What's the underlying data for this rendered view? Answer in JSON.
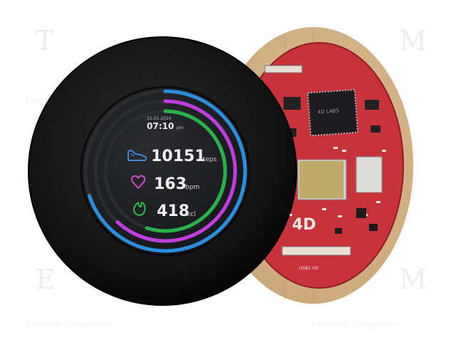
{
  "screen": {
    "date": "31.01.2024",
    "time": "07:10",
    "time_suffix": "pm",
    "stats": [
      {
        "icon": "sneaker-icon",
        "value": "10151",
        "unit": "steps"
      },
      {
        "icon": "heart-icon",
        "value": "163",
        "unit": "bpm"
      },
      {
        "icon": "flame-icon",
        "value": "418",
        "unit": "kcl"
      }
    ],
    "rings": [
      {
        "name": "blue",
        "color": "#2b8fe0",
        "level": 0.7
      },
      {
        "name": "purple",
        "color": "#c13de0",
        "level": 0.62
      },
      {
        "name": "green",
        "color": "#27b34a",
        "level": 0.55
      }
    ]
  },
  "board": {
    "chip_label": "4D LABS",
    "logo": "4D",
    "silk_label": "USB1 VD"
  },
  "watermark": {
    "letters": [
      "T",
      "E",
      "M"
    ],
    "brand": "Electronic Components"
  },
  "colors": {
    "pcb": "#c8323a",
    "bezel": "#141414",
    "screen": "#1e1f22",
    "back_plate": "#d9b889"
  }
}
